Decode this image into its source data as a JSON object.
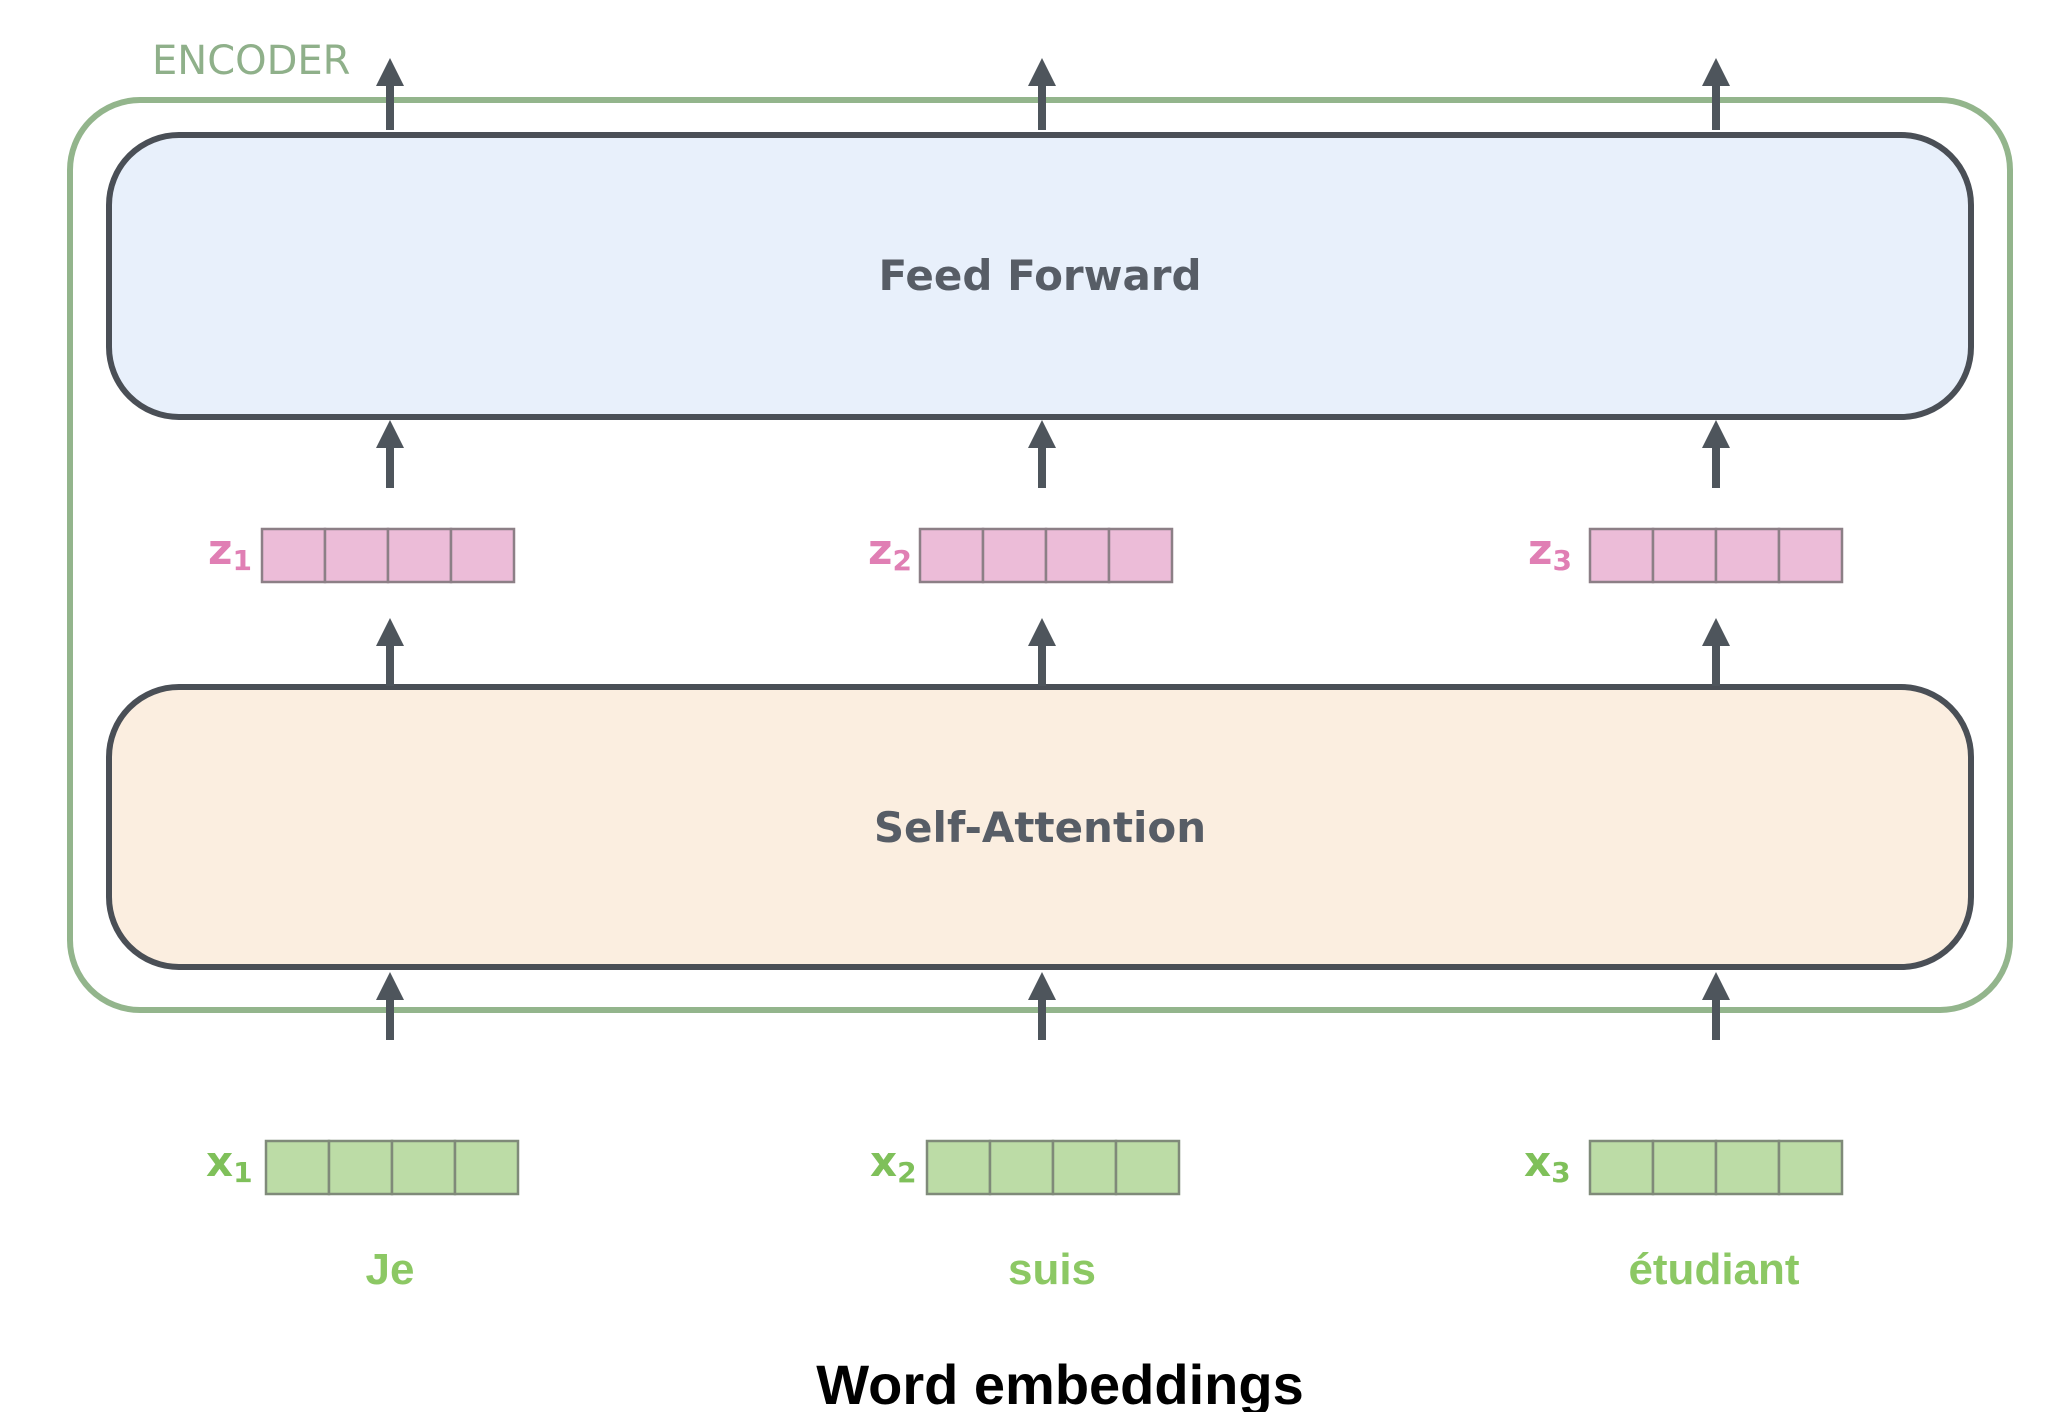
{
  "encoder": {
    "label": "ENCODER"
  },
  "feed_forward": {
    "label": "Feed Forward"
  },
  "self_attention": {
    "label": "Self-Attention"
  },
  "z_vectors": [
    {
      "name": "z",
      "sub": "1",
      "cells": 4
    },
    {
      "name": "z",
      "sub": "2",
      "cells": 4
    },
    {
      "name": "z",
      "sub": "3",
      "cells": 4
    }
  ],
  "x_vectors": [
    {
      "name": "x",
      "sub": "1",
      "cells": 4,
      "word": "Je"
    },
    {
      "name": "x",
      "sub": "2",
      "cells": 4,
      "word": "suis"
    },
    {
      "name": "x",
      "sub": "3",
      "cells": 4,
      "word": "étudiant"
    }
  ],
  "caption": "Word embeddings",
  "colors": {
    "encoder_border": "#93b58c",
    "encoder_label": "#8fb08a",
    "block_border": "#4a4f56",
    "feed_forward_fill": "#e8f0fb",
    "self_attention_fill": "#fbeee0",
    "arrow": "#4e555c",
    "z_fill": "#ecbcd8",
    "z_stroke": "#8c7f86",
    "z_label": "#e07fb4",
    "x_fill": "#bcdca6",
    "x_stroke": "#7f8a79",
    "x_label": "#7fc05a",
    "word": "#8cc864"
  }
}
